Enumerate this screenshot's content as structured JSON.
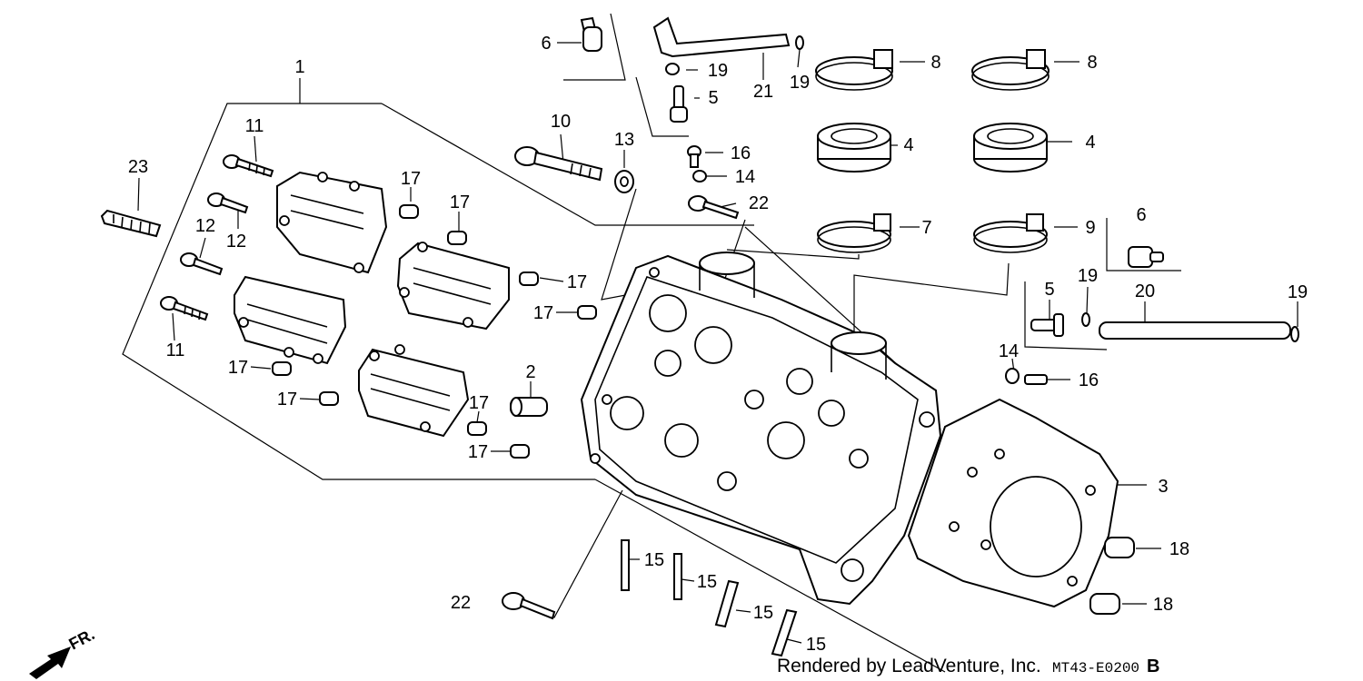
{
  "labels": {
    "p1": "1",
    "p2": "2",
    "p3": "3",
    "p4a": "4",
    "p4b": "4",
    "p5a": "5",
    "p5b": "5",
    "p6a": "6",
    "p6b": "6",
    "p7": "7",
    "p8a": "8",
    "p8b": "8",
    "p9": "9",
    "p10": "10",
    "p11a": "11",
    "p11b": "11",
    "p12a": "12",
    "p12b": "12",
    "p13": "13",
    "p14a": "14",
    "p14b": "14",
    "p15a": "15",
    "p15b": "15",
    "p15c": "15",
    "p15d": "15",
    "p16a": "16",
    "p16b": "16",
    "p17a": "17",
    "p17b": "17",
    "p17c": "17",
    "p17d": "17",
    "p17e": "17",
    "p17f": "17",
    "p17g": "17",
    "p17h": "17",
    "p18a": "18",
    "p18b": "18",
    "p19a": "19",
    "p19b": "19",
    "p19c": "19",
    "p19d": "19",
    "p20": "20",
    "p21": "21",
    "p22a": "22",
    "p22b": "22",
    "p23": "23"
  },
  "direction_marker": "FR.",
  "credit": "Rendered by LeadVenture, Inc.",
  "diagram_code": "MT43-E0200",
  "diagram_code_suffix": "B"
}
